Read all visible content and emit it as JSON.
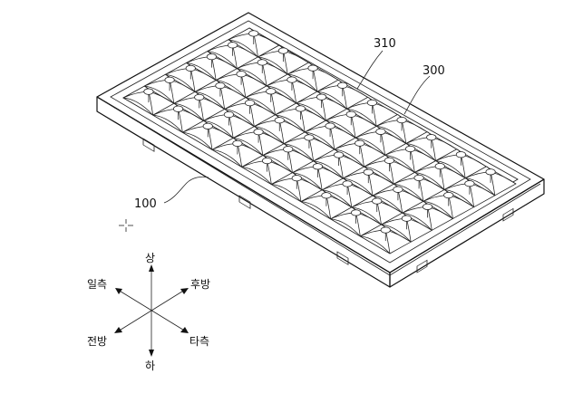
{
  "labels": {
    "ref_310": "310",
    "ref_300": "300",
    "ref_100": "100"
  },
  "compass": {
    "up": "상",
    "down": "하",
    "rear": "후방",
    "front": "전방",
    "one_side": "일측",
    "other_side": "타측"
  },
  "grid": {
    "rows": 6,
    "cols": 9
  }
}
